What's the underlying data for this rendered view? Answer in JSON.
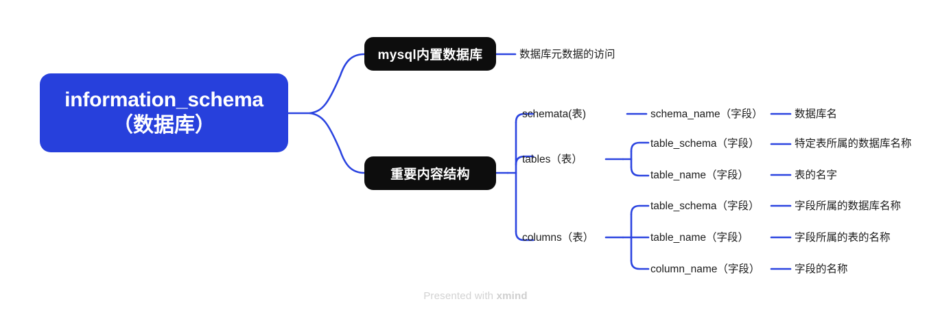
{
  "colors": {
    "root_fill": "#2740DC",
    "topic_fill": "#0D0D0D",
    "wire": "#2B44E0",
    "text": "#1C1C1C",
    "watermark": "#D2D2D2",
    "canvas": "#FFFFFF"
  },
  "root": {
    "line1": "information_schema",
    "line2": "（数据库）"
  },
  "topics": [
    {
      "id": "mysql",
      "label": "mysql内置数据库"
    },
    {
      "id": "struct",
      "label": "重要内容结构"
    }
  ],
  "branches": {
    "mysql_children": [
      {
        "label": "数据库元数据的访问"
      }
    ],
    "tables_group": [
      {
        "label": "schemata(表)"
      },
      {
        "label": "tables（表）"
      },
      {
        "label": "columns（表）"
      }
    ],
    "schemata_fields": [
      {
        "label": "schema_name（字段）",
        "desc": "数据库名"
      }
    ],
    "tables_fields": [
      {
        "label": "table_schema（字段）",
        "desc": "特定表所属的数据库名称"
      },
      {
        "label": "table_name（字段）",
        "desc": "表的名字"
      }
    ],
    "columns_fields": [
      {
        "label": "table_schema（字段）",
        "desc": "字段所属的数据库名称"
      },
      {
        "label": "table_name（字段）",
        "desc": "字段所属的表的名称"
      },
      {
        "label": "column_name（字段）",
        "desc": "字段的名称"
      }
    ]
  },
  "watermark": {
    "prefix": "Presented with ",
    "brand": "xmind"
  }
}
